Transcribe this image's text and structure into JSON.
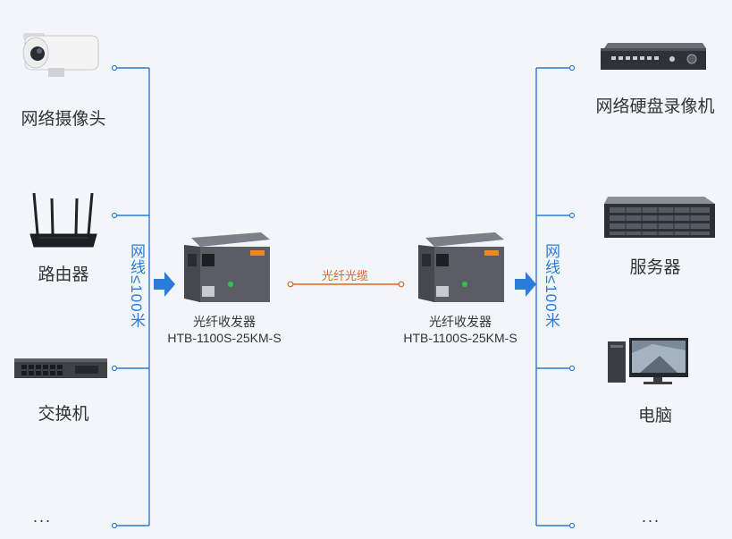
{
  "left_devices": [
    {
      "label": "网络摄像头",
      "icon": "ip-camera-icon"
    },
    {
      "label": "路由器",
      "icon": "router-icon"
    },
    {
      "label": "交换机",
      "icon": "switch-icon"
    },
    {
      "label": "..."
    }
  ],
  "right_devices": [
    {
      "label": "网络硬盘录像机",
      "icon": "nvr-icon"
    },
    {
      "label": "服务器",
      "icon": "server-icon"
    },
    {
      "label": "电脑",
      "icon": "computer-icon"
    },
    {
      "label": "..."
    }
  ],
  "cable_note_left": "网线≤100米",
  "cable_note_right": "网线≤100米",
  "transceiver_left": {
    "name": "光纤收发器",
    "model": "HTB-1100S-25KM-S"
  },
  "transceiver_right": {
    "name": "光纤收发器",
    "model": "HTB-1100S-25KM-S"
  },
  "fiber_label": "光纤光缆",
  "colors": {
    "line_blue": "#2b7cd8",
    "fiber_orange": "#e0641e",
    "background": "#f2f5fa"
  }
}
